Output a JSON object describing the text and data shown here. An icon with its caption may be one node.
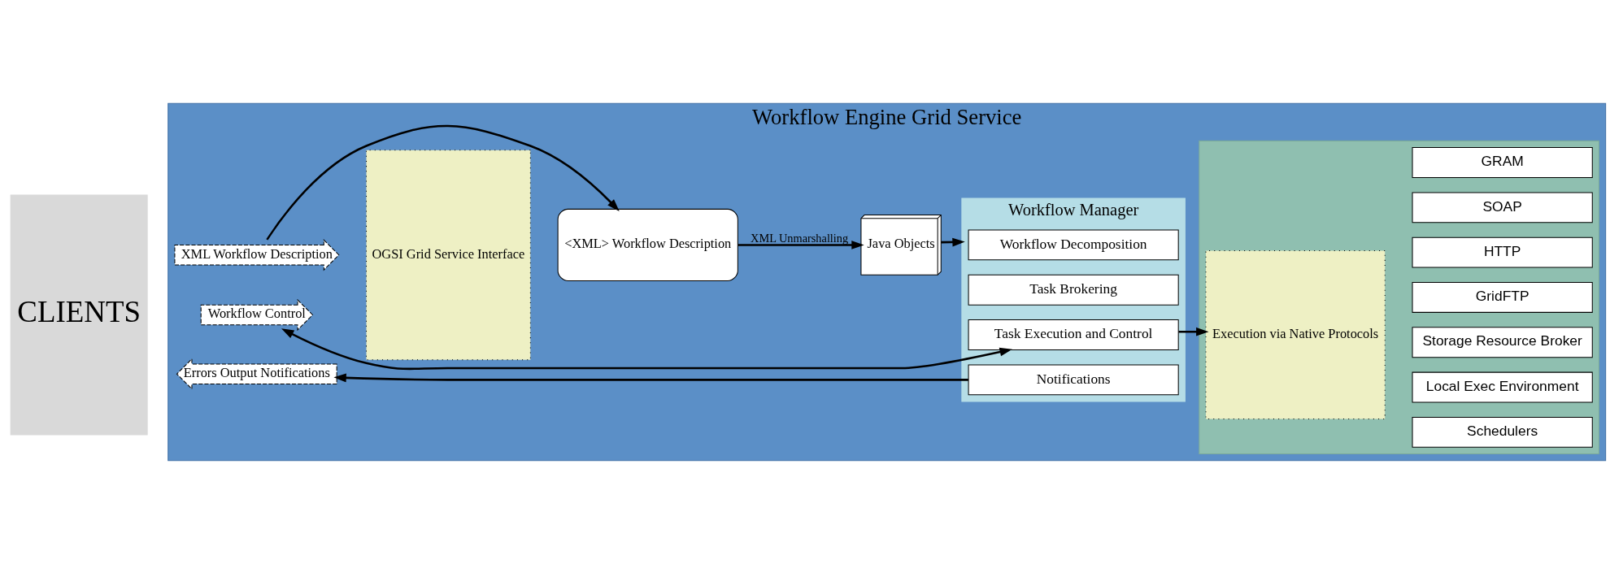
{
  "diagram": {
    "nodes": [
      {
        "text": [
          "CLIENTS"
        ]
      },
      {
        "text": [
          "Workflow Engine Grid Service"
        ]
      },
      {
        "text": [
          "XML Workflow Description"
        ],
        "in": 1
      },
      {
        "text": [
          "Workflow Control"
        ],
        "in": 1
      },
      {
        "text": [
          "Errors Output Notifications"
        ],
        "in": 1
      },
      {
        "text": [
          "OGSI Grid Service Interface"
        ],
        "in": 1
      },
      {
        "text": [
          "<XML> Workflow Description"
        ],
        "in": 1
      },
      {
        "text": [
          "Java Objects"
        ],
        "in": 1
      },
      {
        "text": [
          "Workflow Manager"
        ],
        "in": 1
      },
      {
        "text": [
          "Workflow Decomposition"
        ],
        "in": 8
      },
      {
        "text": [
          "Task Brokering"
        ],
        "in": 8
      },
      {
        "text": [
          "Task Execution and Control"
        ],
        "in": 8
      },
      {
        "text": [
          "Notifications"
        ],
        "in": 8
      },
      {
        "text": [],
        "shape": "box",
        "in": 1
      },
      {
        "text": [
          "Execution via Native Protocols"
        ],
        "in": 13
      },
      {
        "text": [
          "GRAM"
        ],
        "in": 13
      },
      {
        "text": [
          "SOAP"
        ],
        "in": 13
      },
      {
        "text": [
          "HTTP"
        ],
        "in": 13
      },
      {
        "text": [
          "GridFTP"
        ],
        "in": 13
      },
      {
        "text": [
          "Storage Resource Broker"
        ],
        "in": 13
      },
      {
        "text": [
          "Local Exec Environment"
        ],
        "in": 13
      },
      {
        "text": [
          "Schedulers"
        ],
        "in": 13
      }
    ],
    "edges": [
      {
        "from": 2,
        "to": 6,
        "arrow": "to"
      },
      {
        "from": 6,
        "to": 7,
        "arrow": "to",
        "label": "XML Unmarshalling"
      },
      {
        "from": 7,
        "to": 8,
        "arrow": "to"
      },
      {
        "from": 3,
        "to": 11,
        "arrow": "both"
      },
      {
        "from": 12,
        "to": 4,
        "arrow": "to"
      },
      {
        "from": 11,
        "to": 14,
        "arrow": "to"
      }
    ]
  }
}
